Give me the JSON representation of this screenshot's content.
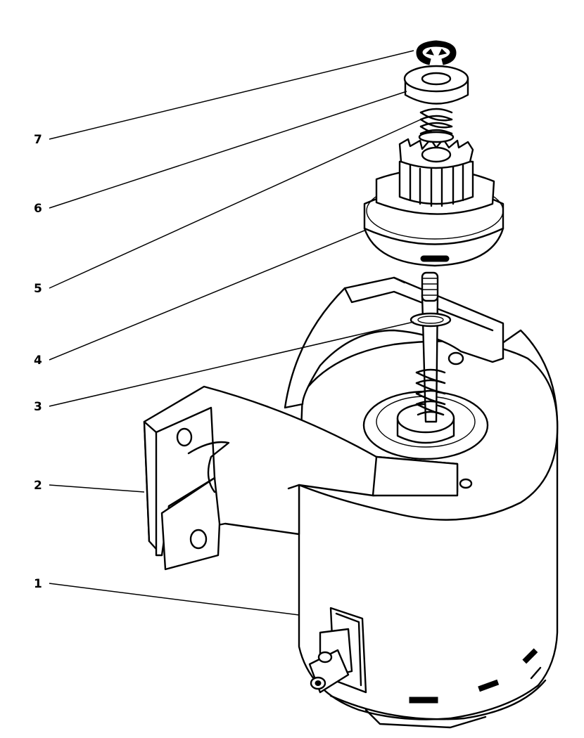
{
  "figure": {
    "callouts": [
      {
        "id": "1",
        "label": "1",
        "part": "motor-housing"
      },
      {
        "id": "2",
        "label": "2",
        "part": "mounting-bracket"
      },
      {
        "id": "3",
        "label": "3",
        "part": "washer-on-shaft"
      },
      {
        "id": "4",
        "label": "4",
        "part": "drive-gear-hub"
      },
      {
        "id": "5",
        "label": "5",
        "part": "spring"
      },
      {
        "id": "6",
        "label": "6",
        "part": "collar"
      },
      {
        "id": "7",
        "label": "7",
        "part": "retaining-ring"
      }
    ]
  }
}
